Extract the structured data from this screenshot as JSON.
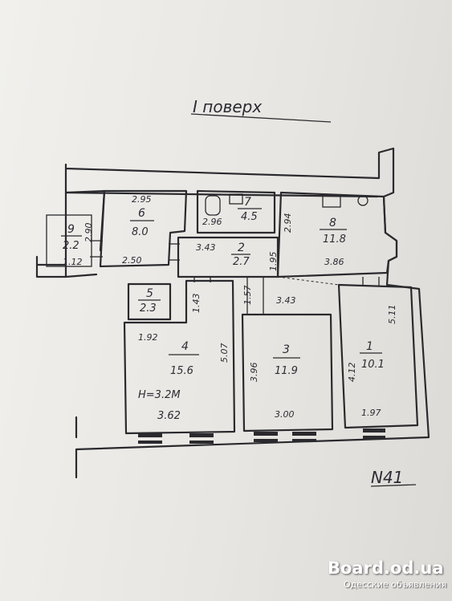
{
  "title": "I поверх",
  "plan_number": "N41",
  "rooms": [
    {
      "id": "9",
      "area": "2.2",
      "dims": [
        "2.90",
        "1.12"
      ]
    },
    {
      "id": "6",
      "area": "8.0",
      "dims": [
        "2.95",
        "2.50"
      ]
    },
    {
      "id": "7",
      "area": "4.5",
      "dims": [
        "2.96"
      ]
    },
    {
      "id": "8",
      "area": "11.8",
      "dims": [
        "2.94",
        "3.86"
      ]
    },
    {
      "id": "2",
      "area": "2.7",
      "dims": [
        "3.43",
        "1.95",
        "1.57"
      ]
    },
    {
      "id": "5",
      "area": "2.3",
      "dims": [
        "1.43"
      ]
    },
    {
      "id": "4",
      "area": "15.6",
      "dims": [
        "1.92",
        "5.07",
        "3.62"
      ],
      "note": "H=3.2M"
    },
    {
      "id": "3",
      "area": "11.9",
      "dims": [
        "3.43",
        "3.96",
        "3.00"
      ]
    },
    {
      "id": "1",
      "area": "10.1",
      "dims": [
        "5.11",
        "4.12",
        "1.97"
      ]
    }
  ],
  "watermark": {
    "main": "Board.od.ua",
    "sub": "Одесские объявления"
  }
}
